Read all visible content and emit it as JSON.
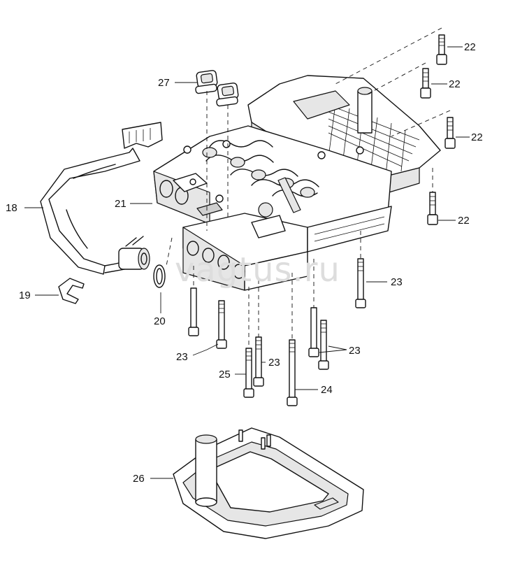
{
  "diagram": {
    "watermark": "vagtus.ru",
    "callouts": [
      {
        "id": "c27",
        "text": "27"
      },
      {
        "id": "c22a",
        "text": "22"
      },
      {
        "id": "c22b",
        "text": "22"
      },
      {
        "id": "c22c",
        "text": "22"
      },
      {
        "id": "c22d",
        "text": "22"
      },
      {
        "id": "c18",
        "text": "18"
      },
      {
        "id": "c21",
        "text": "21"
      },
      {
        "id": "c19",
        "text": "19"
      },
      {
        "id": "c20",
        "text": "20"
      },
      {
        "id": "c23a",
        "text": "23"
      },
      {
        "id": "c23b",
        "text": "23"
      },
      {
        "id": "c23c",
        "text": "23"
      },
      {
        "id": "c23d",
        "text": "23"
      },
      {
        "id": "c25",
        "text": "25"
      },
      {
        "id": "c24",
        "text": "24"
      },
      {
        "id": "c26",
        "text": "26"
      }
    ]
  }
}
